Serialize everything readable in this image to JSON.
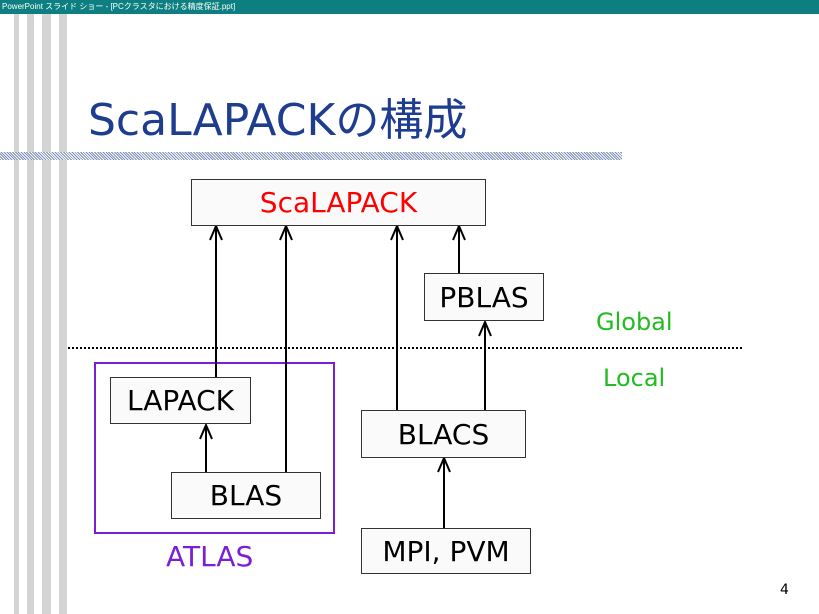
{
  "window": {
    "title": "PowerPoint スライド ショー - [PCクラスタにおける精度保証.ppt]"
  },
  "slide": {
    "title": "ScaLAPACKの構成",
    "page_number": "4",
    "boxes": {
      "scalapack": "ScaLAPACK",
      "pblas": "PBLAS",
      "lapack": "LAPACK",
      "blas": "BLAS",
      "blacs": "BLACS",
      "mpi_pvm": "MPI, PVM"
    },
    "labels": {
      "global": "Global",
      "local": "Local",
      "atlas": "ATLAS"
    }
  },
  "colors": {
    "title": "#1f3d8f",
    "scalapack_text": "#ff0000",
    "global_local": "#22bb22",
    "atlas": "#7a1fd6",
    "titlebar": "#0e7f80"
  }
}
